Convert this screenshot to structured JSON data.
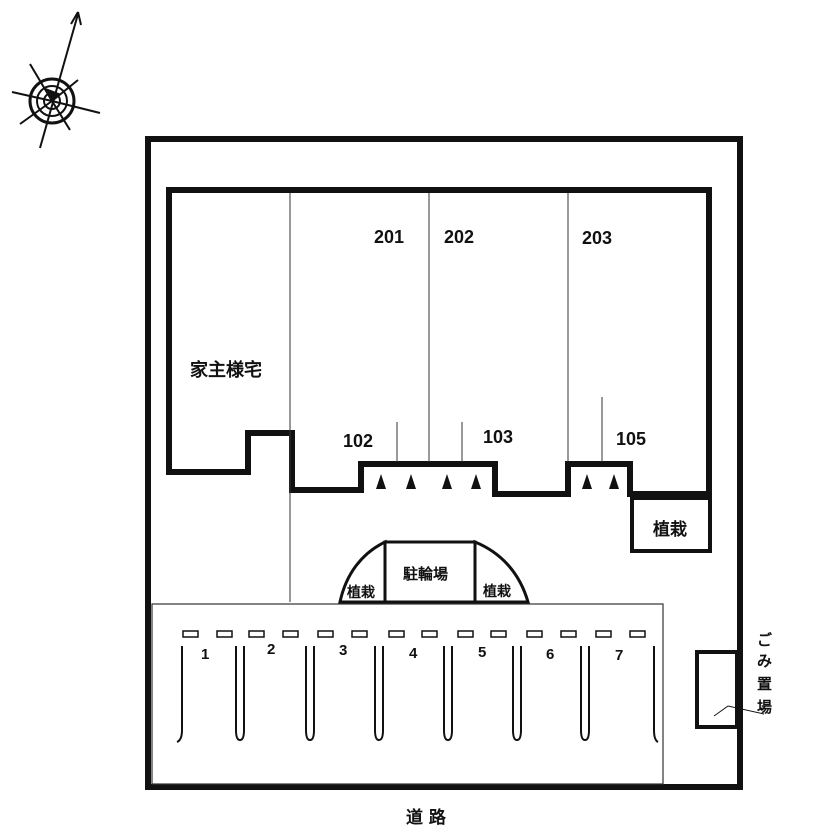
{
  "site_plan": {
    "landlord_house": "家主様宅",
    "upper_units": [
      "201",
      "202",
      "203"
    ],
    "lower_units": [
      "102",
      "103",
      "105"
    ],
    "bike_parking": "駐輪場",
    "planting_left": "植栽",
    "planting_right": "植栽",
    "planting_corner": "植栽",
    "parking_numbers": [
      "1",
      "2",
      "3",
      "4",
      "5",
      "6",
      "7"
    ],
    "garbage_area_chars": [
      "ご",
      "み",
      "置",
      "場"
    ],
    "road": "道 路"
  },
  "compass": {
    "icon": "north-arrow-compass-icon"
  }
}
